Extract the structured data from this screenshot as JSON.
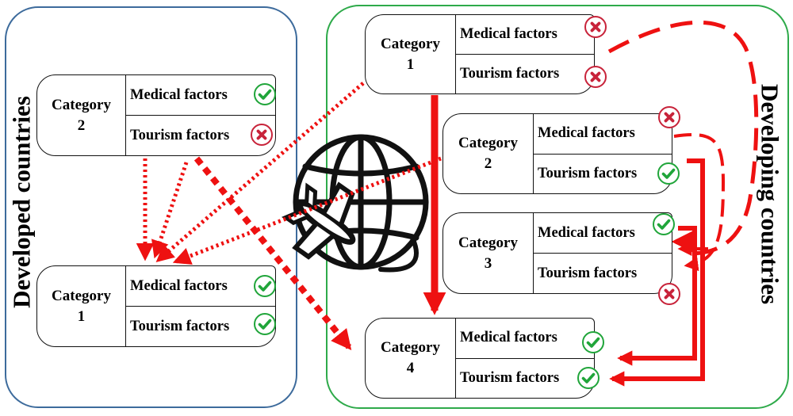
{
  "regions": {
    "developed": {
      "label": "Developed countries",
      "border_color": "#3d6b9c"
    },
    "developing": {
      "label": "Developing countries",
      "border_color": "#2eaa4a"
    }
  },
  "icons": {
    "center": "airplane-globe-icon",
    "ok": "check-icon",
    "no": "cross-icon"
  },
  "colors": {
    "check": "#20a53a",
    "cross": "#c8233a",
    "arrow": "#ee1111"
  },
  "categories": {
    "developed_2": {
      "name_line1": "Category",
      "name_line2": "2",
      "medical": {
        "label": "Medical factors",
        "status": "ok"
      },
      "tourism": {
        "label": "Tourism factors",
        "status": "no"
      }
    },
    "developed_1": {
      "name_line1": "Category",
      "name_line2": "1",
      "medical": {
        "label": "Medical factors",
        "status": "ok"
      },
      "tourism": {
        "label": "Tourism factors",
        "status": "ok"
      }
    },
    "developing_1": {
      "name_line1": "Category",
      "name_line2": "1",
      "medical": {
        "label": "Medical factors",
        "status": "no"
      },
      "tourism": {
        "label": "Tourism factors",
        "status": "no"
      }
    },
    "developing_2": {
      "name_line1": "Category",
      "name_line2": "2",
      "medical": {
        "label": "Medical factors",
        "status": "no"
      },
      "tourism": {
        "label": "Tourism factors",
        "status": "ok"
      }
    },
    "developing_3": {
      "name_line1": "Category",
      "name_line2": "3",
      "medical": {
        "label": "Medical factors",
        "status": "ok"
      },
      "tourism": {
        "label": "Tourism factors",
        "status": "no"
      }
    },
    "developing_4": {
      "name_line1": "Category",
      "name_line2": "4",
      "medical": {
        "label": "Medical factors",
        "status": "ok"
      },
      "tourism": {
        "label": "Tourism factors",
        "status": "ok"
      }
    }
  }
}
